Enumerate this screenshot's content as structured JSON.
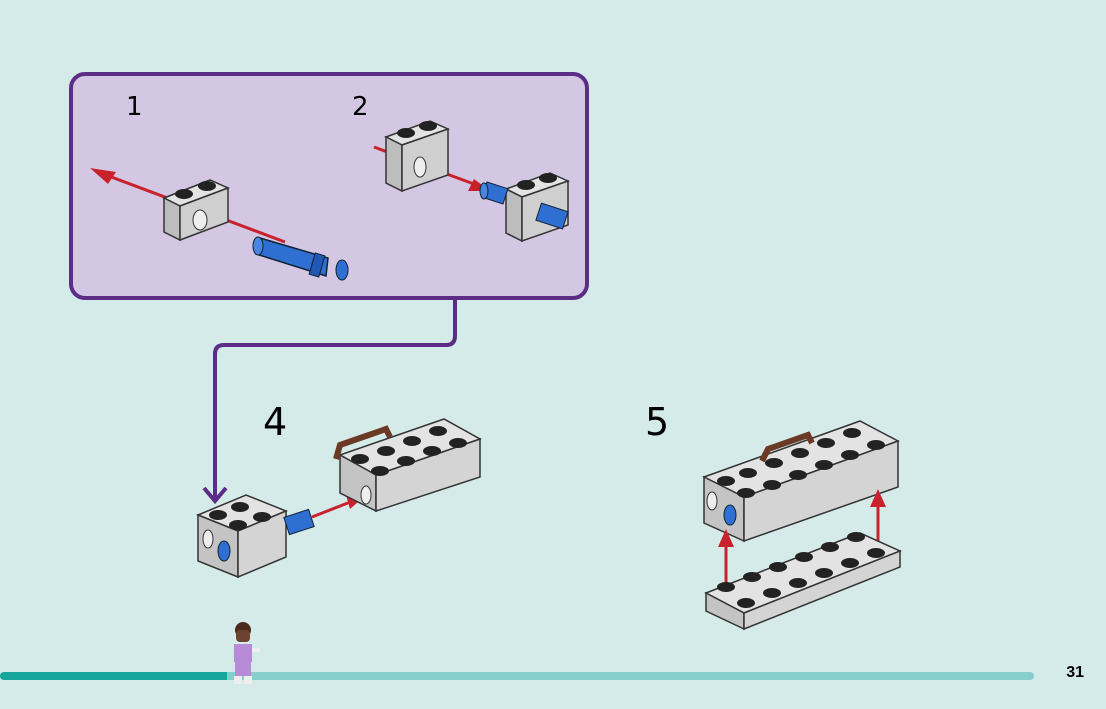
{
  "substeps": [
    {
      "number": "1"
    },
    {
      "number": "2"
    }
  ],
  "steps": [
    {
      "number": "4"
    },
    {
      "number": "5"
    }
  ],
  "page": {
    "number": "31"
  },
  "progress": {
    "fraction": 0.22
  },
  "colors": {
    "background": "#d5ebea",
    "subpanel_fill": "#d3c7e3",
    "subpanel_border": "#5b2d86",
    "arrow_red": "#c8232c",
    "pin_blue": "#2f6fd1",
    "brick_grey": "#c9c9c9",
    "progress_fill": "#17a69b",
    "progress_track": "#86cfcc"
  },
  "icons": [
    "minifigure-icon",
    "blue-pin-icon",
    "grey-brick-icon",
    "red-arrow-icon"
  ]
}
